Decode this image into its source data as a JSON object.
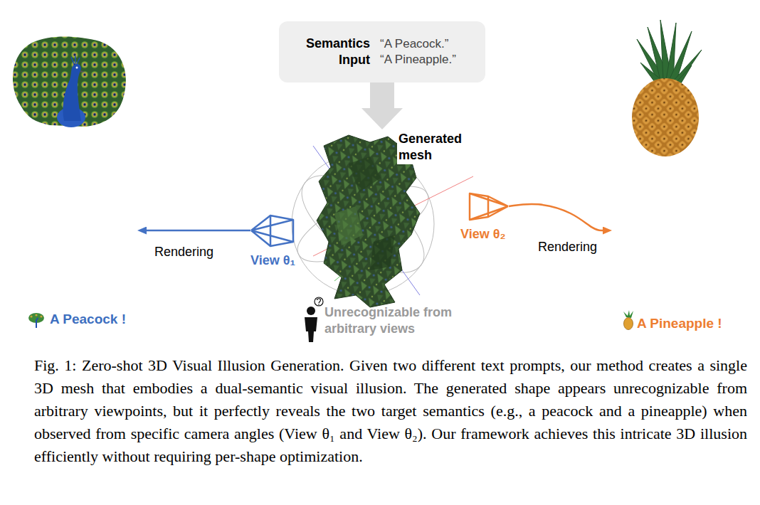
{
  "diagram": {
    "caption": "Fig. 1: Zero-shot 3D Visual Illusion Generation. Given two different text prompts, our method creates a single 3D mesh that embodies a dual-semantic visual illusion. The generated shape appears unrecognizable from arbitrary viewpoints, but it perfectly reveals the two target semantics (e.g., a peacock and a pineapple) when observed from specific camera angles (View θ₁ and View θ₂). Our framework achieves this intricate 3D illusion efficiently without requiring per-shape optimization.",
    "nodes": [
      {
        "text": [
          "Semantics Input",
          "“A Peacock.”",
          "“A Pineapple.”"
        ]
      },
      {
        "text": [
          "Generated mesh"
        ]
      },
      {
        "text": [
          "A Peacock !"
        ]
      },
      {
        "text": [
          "View θ₁"
        ]
      },
      {
        "text": [
          "View θ₂"
        ]
      },
      {
        "text": [
          "A Pineapple !"
        ]
      }
    ],
    "edges": [
      {
        "from": 0,
        "to": 1,
        "arrow": "to"
      },
      {
        "from": 3,
        "to": 2,
        "arrow": "to",
        "label": "Rendering"
      },
      {
        "from": 4,
        "to": 5,
        "arrow": "to",
        "label": "Rendering"
      }
    ],
    "labels": [
      "Unrecognizable from arbitrary views"
    ]
  }
}
